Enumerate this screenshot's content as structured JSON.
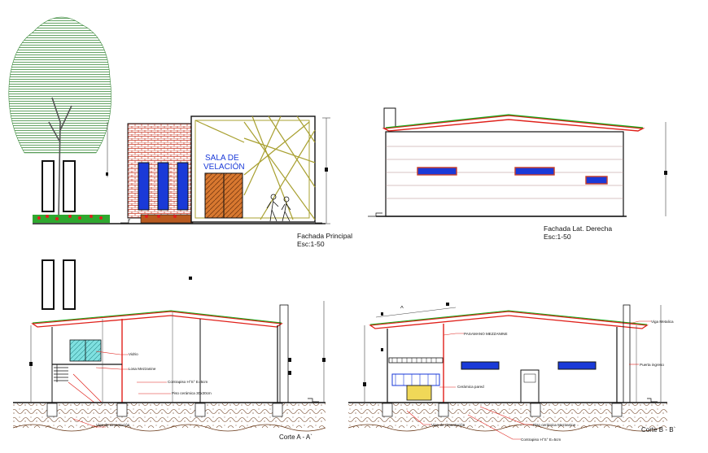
{
  "facade_main": {
    "sign_line1": "SALA DE",
    "sign_line2": "VELACIÓN",
    "title": "Fachada Principal",
    "scale": "Esc:1-50"
  },
  "facade_side": {
    "title": "Fachada Lat. Derecha",
    "scale": "Esc:1-50"
  },
  "section_a": {
    "title": "Corte A - A`",
    "labels": {
      "vidrio": "Vidrio",
      "losa": "Losa Mezzanine",
      "contrapiso": "Contrapiso H°S° E=5cm",
      "piso": "Piso cerámica 30x30cm",
      "viga": "Viga de cimentación"
    }
  },
  "section_b": {
    "title": "Corte B - B`",
    "labels": {
      "pasamano": "PASAMANO MEZZANINE",
      "ceramica_pared": "Cerámica pared",
      "viga_metalica": "Viga Metalica",
      "puerta": "Puerta ingreso",
      "viga_cim": "Viga de cimentación",
      "piso_ceramica": "Piso cerámica Mezzanine",
      "contrapiso": "Contrapiso H°S° E=5cm"
    }
  },
  "colors": {
    "roof_red": "#e0201a",
    "roof_green": "#1aa81a",
    "glass_blue": "#1a3ad8",
    "wood": "#b85a20",
    "brick": "#c83c28",
    "ground": "#6a3a1a"
  }
}
